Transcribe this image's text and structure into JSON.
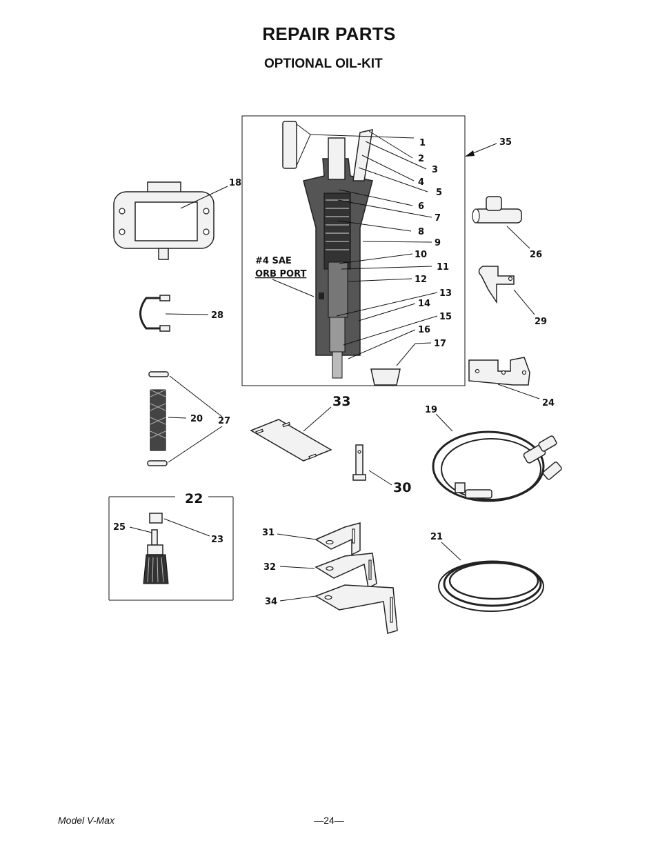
{
  "header": {
    "title": "REPAIR PARTS",
    "subtitle": "OPTIONAL OIL-KIT"
  },
  "callouts": {
    "c1": "1",
    "c2": "2",
    "c3": "3",
    "c4": "4",
    "c5": "5",
    "c6": "6",
    "c7": "7",
    "c8": "8",
    "c9": "9",
    "c10": "10",
    "c11": "11",
    "c12": "12",
    "c13": "13",
    "c14": "14",
    "c15": "15",
    "c16": "16",
    "c17": "17",
    "c18": "18",
    "c19": "19",
    "c20": "20",
    "c21": "21",
    "c22": "22",
    "c23": "23",
    "c24": "24",
    "c25": "25",
    "c26": "26",
    "c27": "27",
    "c28": "28",
    "c29": "29",
    "c30": "30",
    "c31": "31",
    "c32": "32",
    "c33": "33",
    "c34": "34",
    "c35": "35"
  },
  "port_label": {
    "line1": "#4 SAE",
    "line2": "ORB PORT"
  },
  "footer": {
    "model": "Model V-Max",
    "page": "—24—"
  }
}
